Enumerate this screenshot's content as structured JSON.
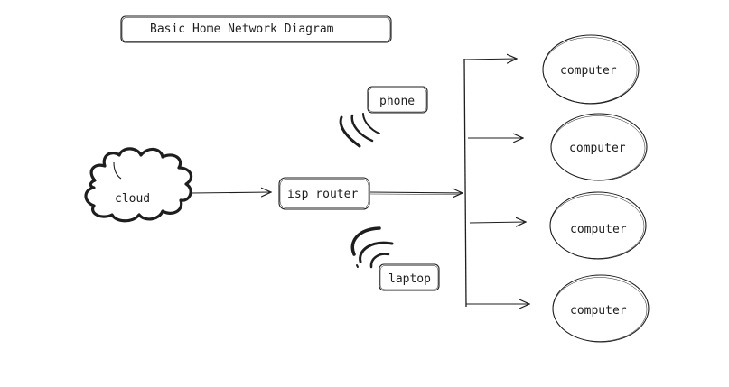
{
  "diagram": {
    "title": "Basic Home Network Diagram",
    "nodes": {
      "cloud": "cloud",
      "isp_router": "isp router",
      "phone": "phone",
      "laptop": "laptop",
      "computers": [
        "computer",
        "computer",
        "computer",
        "computer"
      ]
    },
    "colors": {
      "stroke": "#1e1e1e",
      "background": "#ffffff",
      "text": "#1e1e1e"
    }
  }
}
